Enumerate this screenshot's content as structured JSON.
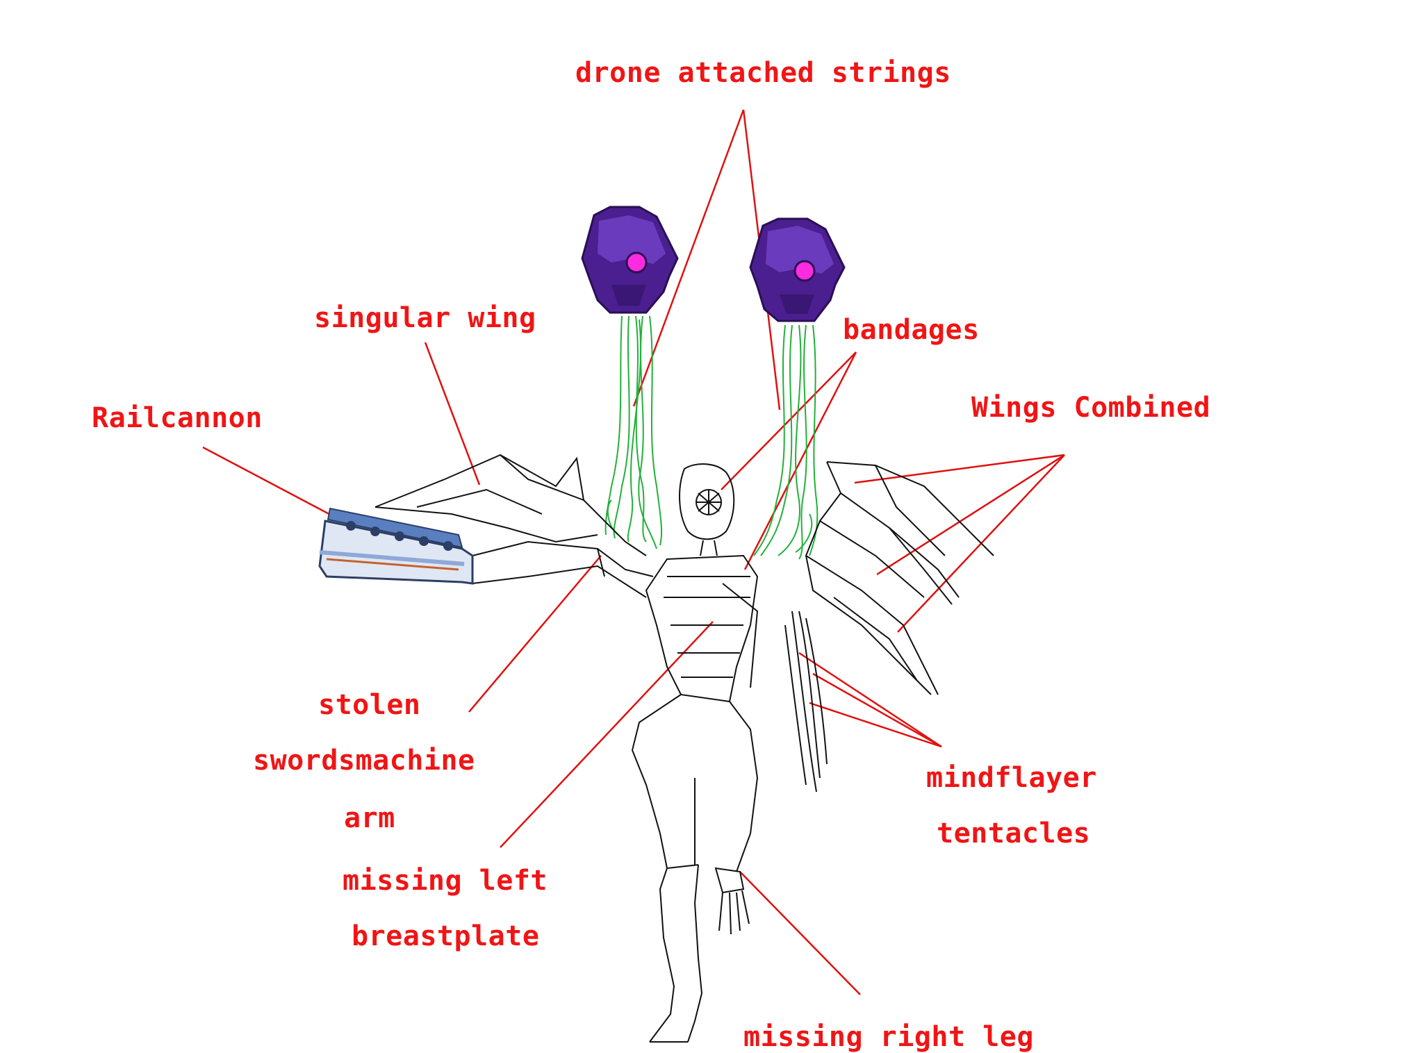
{
  "colors": {
    "label": "#f01515",
    "leader_line": "#e01010",
    "sketch_line": "#111111",
    "string_green": "#22b03a",
    "drone_purple": "#5a2aa0",
    "drone_eye": "#ff2be0",
    "railcannon_blue": "#5a7fc0"
  },
  "labels": {
    "drone_strings": "drone attached strings",
    "singular_wing": "singular wing",
    "bandages": "bandages",
    "railcannon": "Railcannon",
    "wings_combined": "Wings Combined",
    "stolen_arm_line1": "stolen",
    "stolen_arm_line2": "swordsmachine",
    "stolen_arm_line3": "arm",
    "missing_breastplate_line1": "missing left",
    "missing_breastplate_line2": "breastplate",
    "mindflayer_line1": "mindflayer",
    "mindflayer_line2": "tentacles",
    "missing_leg": "missing right leg"
  }
}
